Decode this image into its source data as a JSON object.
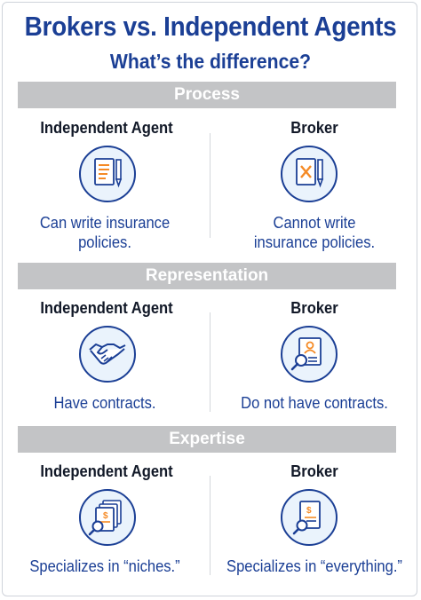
{
  "header": {
    "title": "Brokers vs. Independent Agents",
    "subtitle": "What’s the difference?"
  },
  "sections": [
    {
      "heading": "Process",
      "left": {
        "role": "Independent Agent",
        "text_lines": [
          "Can write insurance",
          "policies."
        ],
        "icon": "document-pen-icon"
      },
      "right": {
        "role": "Broker",
        "text_lines": [
          "Cannot write",
          "insurance policies."
        ],
        "icon": "document-x-pen-icon"
      }
    },
    {
      "heading": "Representation",
      "left": {
        "role": "Independent Agent",
        "text_lines": [
          "Have contracts."
        ],
        "icon": "handshake-icon"
      },
      "right": {
        "role": "Broker",
        "text_lines": [
          "Do not have contracts."
        ],
        "icon": "profile-document-magnifier-icon"
      }
    },
    {
      "heading": "Expertise",
      "left": {
        "role": "Independent Agent",
        "text_lines": [
          "Specializes in “niches.”"
        ],
        "icon": "stacked-dollar-documents-magnifier-icon"
      },
      "right": {
        "role": "Broker",
        "text_lines": [
          "Specializes in “everything.”"
        ],
        "icon": "dollar-document-magnifier-icon"
      }
    }
  ],
  "colors": {
    "title": "#1b3f95",
    "icon_stroke": "#1b3f95",
    "icon_ring_fill": "#eaf3fc",
    "accent_orange": "#f58a25",
    "section_bar": "#c3c4c6"
  }
}
